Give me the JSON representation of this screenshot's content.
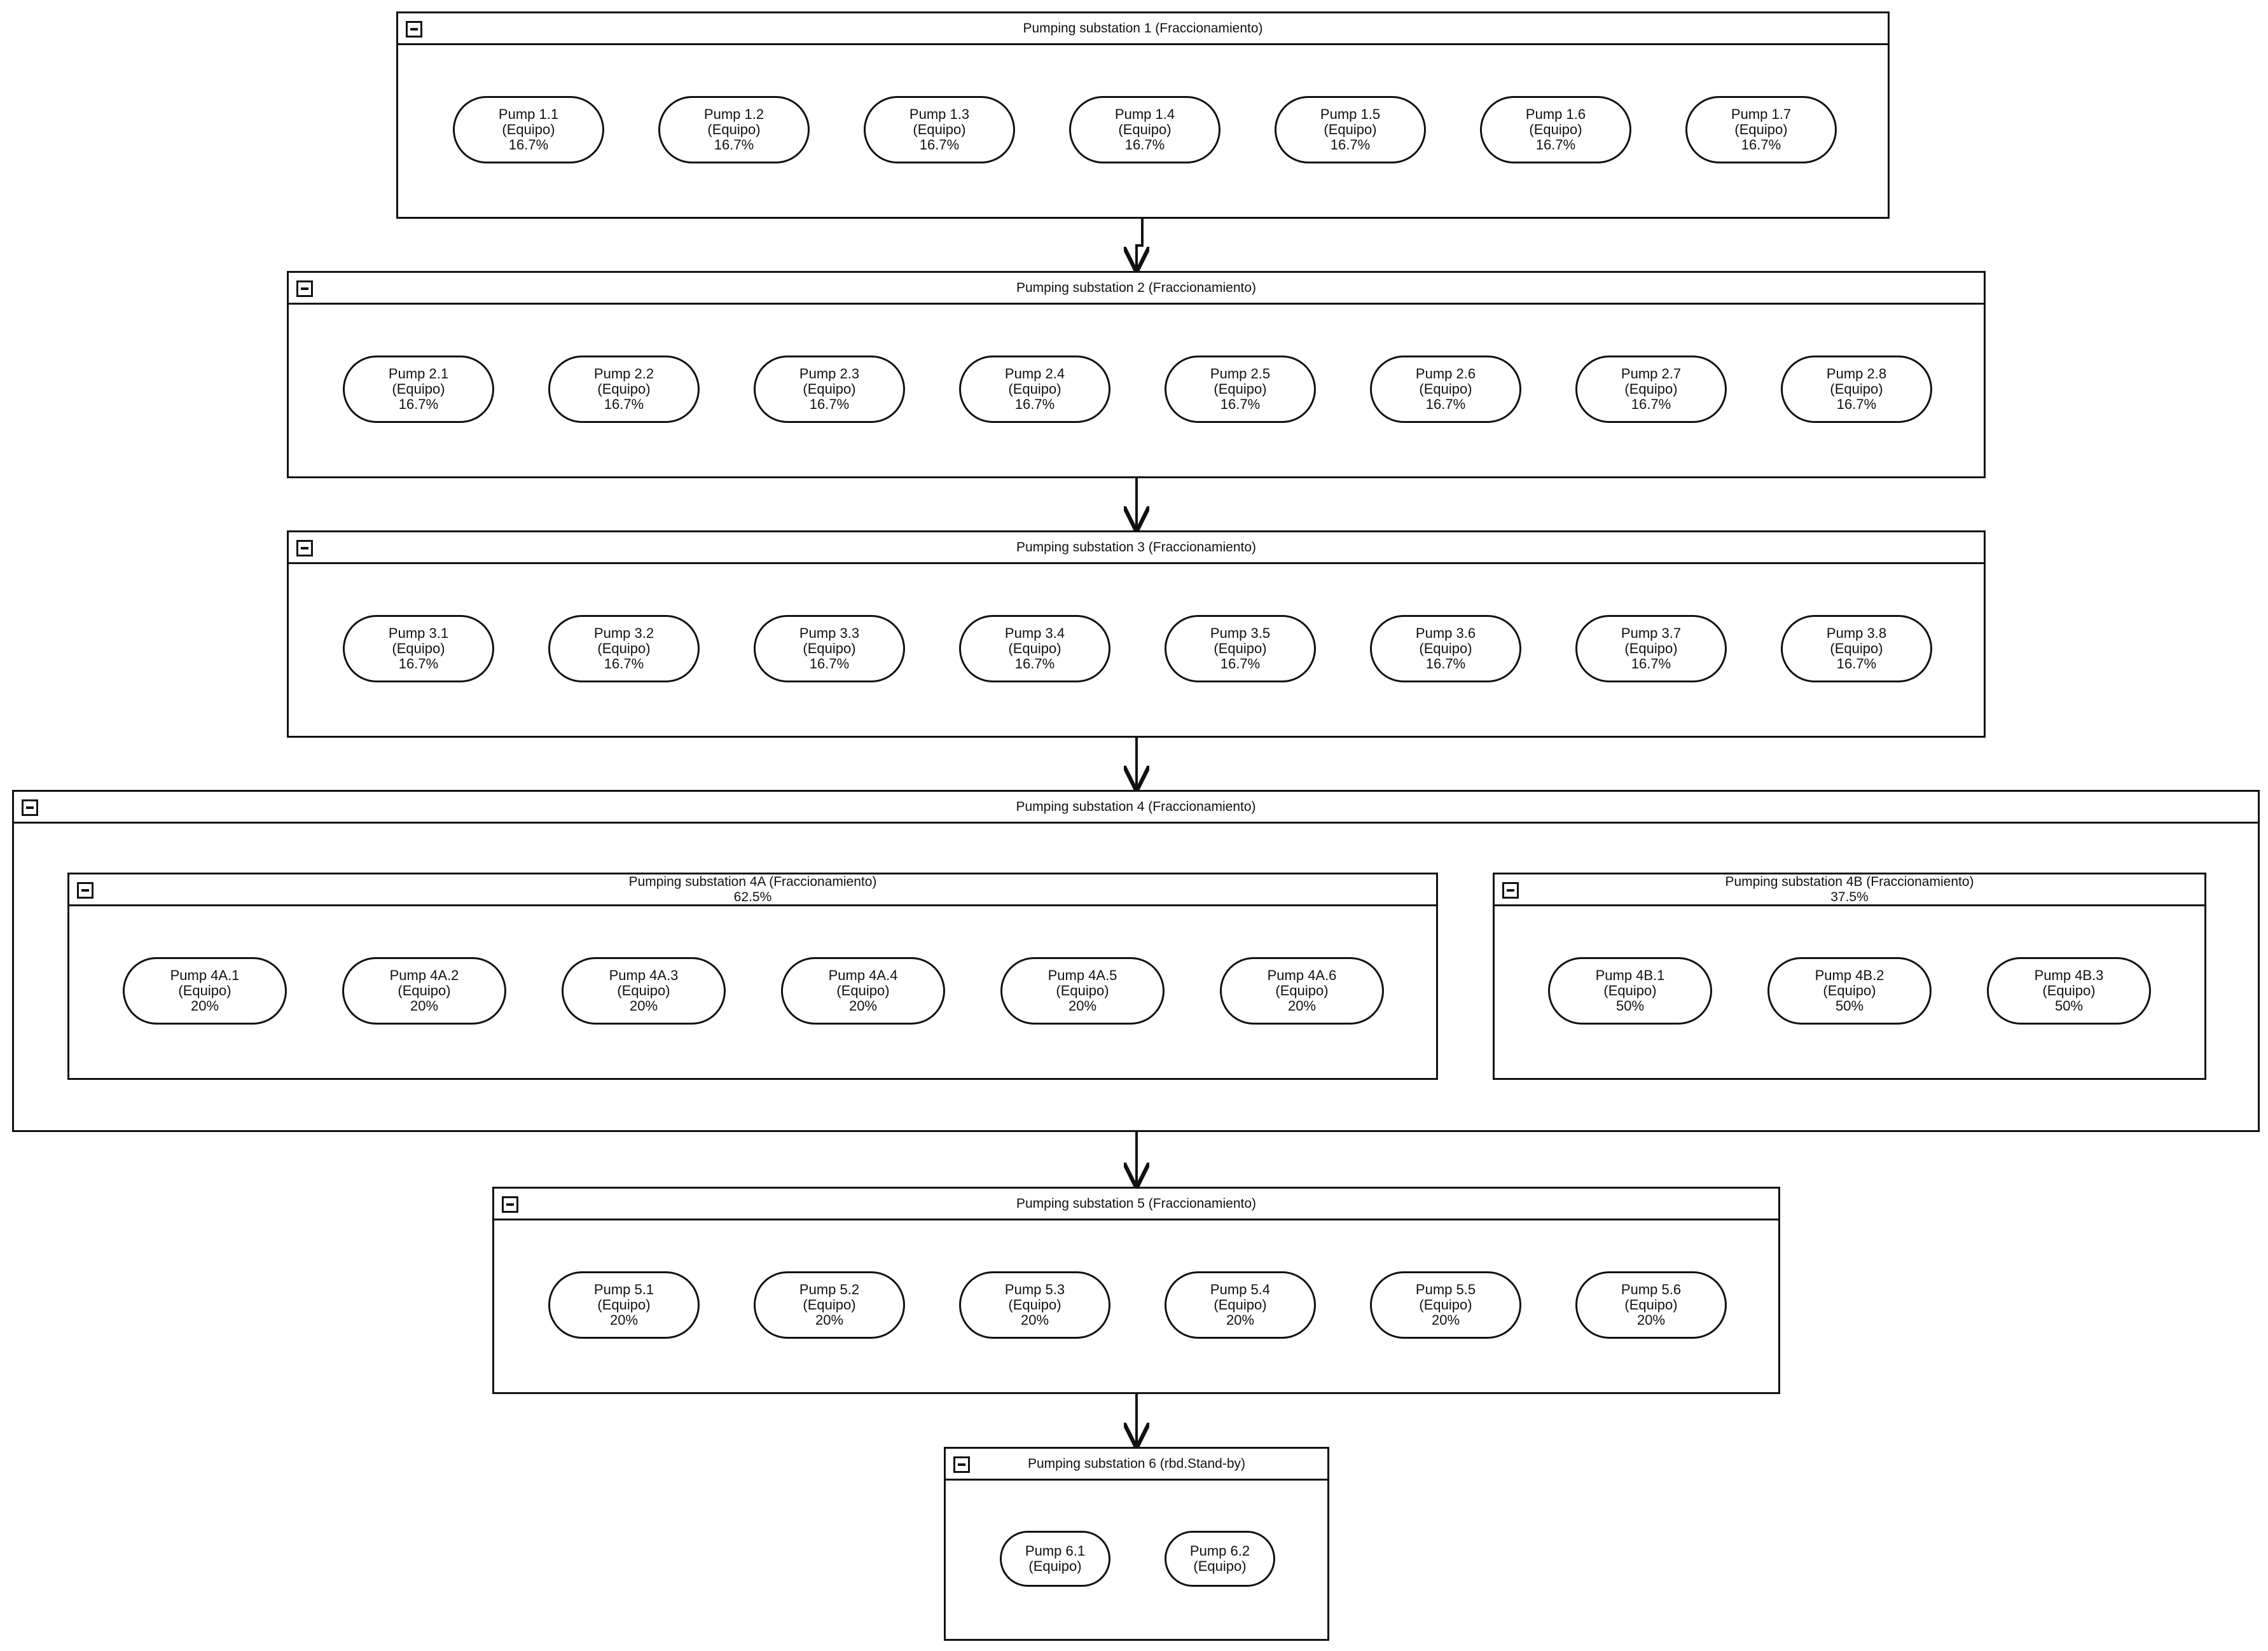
{
  "diagram": {
    "stations": {
      "s1": {
        "title": "Pumping substation 1 (Fraccionamiento)",
        "pumps": [
          {
            "name": "Pump 1.1",
            "type": "(Equipo)",
            "share": "16.7%"
          },
          {
            "name": "Pump 1.2",
            "type": "(Equipo)",
            "share": "16.7%"
          },
          {
            "name": "Pump 1.3",
            "type": "(Equipo)",
            "share": "16.7%"
          },
          {
            "name": "Pump 1.4",
            "type": "(Equipo)",
            "share": "16.7%"
          },
          {
            "name": "Pump 1.5",
            "type": "(Equipo)",
            "share": "16.7%"
          },
          {
            "name": "Pump 1.6",
            "type": "(Equipo)",
            "share": "16.7%"
          },
          {
            "name": "Pump 1.7",
            "type": "(Equipo)",
            "share": "16.7%"
          }
        ]
      },
      "s2": {
        "title": "Pumping substation 2 (Fraccionamiento)",
        "pumps": [
          {
            "name": "Pump 2.1",
            "type": "(Equipo)",
            "share": "16.7%"
          },
          {
            "name": "Pump 2.2",
            "type": "(Equipo)",
            "share": "16.7%"
          },
          {
            "name": "Pump 2.3",
            "type": "(Equipo)",
            "share": "16.7%"
          },
          {
            "name": "Pump 2.4",
            "type": "(Equipo)",
            "share": "16.7%"
          },
          {
            "name": "Pump 2.5",
            "type": "(Equipo)",
            "share": "16.7%"
          },
          {
            "name": "Pump 2.6",
            "type": "(Equipo)",
            "share": "16.7%"
          },
          {
            "name": "Pump 2.7",
            "type": "(Equipo)",
            "share": "16.7%"
          },
          {
            "name": "Pump 2.8",
            "type": "(Equipo)",
            "share": "16.7%"
          }
        ]
      },
      "s3": {
        "title": "Pumping substation 3 (Fraccionamiento)",
        "pumps": [
          {
            "name": "Pump 3.1",
            "type": "(Equipo)",
            "share": "16.7%"
          },
          {
            "name": "Pump 3.2",
            "type": "(Equipo)",
            "share": "16.7%"
          },
          {
            "name": "Pump 3.3",
            "type": "(Equipo)",
            "share": "16.7%"
          },
          {
            "name": "Pump 3.4",
            "type": "(Equipo)",
            "share": "16.7%"
          },
          {
            "name": "Pump 3.5",
            "type": "(Equipo)",
            "share": "16.7%"
          },
          {
            "name": "Pump 3.6",
            "type": "(Equipo)",
            "share": "16.7%"
          },
          {
            "name": "Pump 3.7",
            "type": "(Equipo)",
            "share": "16.7%"
          },
          {
            "name": "Pump 3.8",
            "type": "(Equipo)",
            "share": "16.7%"
          }
        ]
      },
      "s4": {
        "title": "Pumping substation 4 (Fraccionamiento)",
        "a": {
          "title": "Pumping substation 4A (Fraccionamiento)",
          "share": "62.5%",
          "pumps": [
            {
              "name": "Pump 4A.1",
              "type": "(Equipo)",
              "share": "20%"
            },
            {
              "name": "Pump 4A.2",
              "type": "(Equipo)",
              "share": "20%"
            },
            {
              "name": "Pump 4A.3",
              "type": "(Equipo)",
              "share": "20%"
            },
            {
              "name": "Pump 4A.4",
              "type": "(Equipo)",
              "share": "20%"
            },
            {
              "name": "Pump 4A.5",
              "type": "(Equipo)",
              "share": "20%"
            },
            {
              "name": "Pump 4A.6",
              "type": "(Equipo)",
              "share": "20%"
            }
          ]
        },
        "b": {
          "title": "Pumping substation 4B (Fraccionamiento)",
          "share": "37.5%",
          "pumps": [
            {
              "name": "Pump 4B.1",
              "type": "(Equipo)",
              "share": "50%"
            },
            {
              "name": "Pump 4B.2",
              "type": "(Equipo)",
              "share": "50%"
            },
            {
              "name": "Pump 4B.3",
              "type": "(Equipo)",
              "share": "50%"
            }
          ]
        }
      },
      "s5": {
        "title": "Pumping substation 5 (Fraccionamiento)",
        "pumps": [
          {
            "name": "Pump 5.1",
            "type": "(Equipo)",
            "share": "20%"
          },
          {
            "name": "Pump 5.2",
            "type": "(Equipo)",
            "share": "20%"
          },
          {
            "name": "Pump 5.3",
            "type": "(Equipo)",
            "share": "20%"
          },
          {
            "name": "Pump 5.4",
            "type": "(Equipo)",
            "share": "20%"
          },
          {
            "name": "Pump 5.5",
            "type": "(Equipo)",
            "share": "20%"
          },
          {
            "name": "Pump 5.6",
            "type": "(Equipo)",
            "share": "20%"
          }
        ]
      },
      "s6": {
        "title": "Pumping substation 6 (rbd.Stand-by)",
        "pumps": [
          {
            "name": "Pump 6.1",
            "type": "(Equipo)"
          },
          {
            "name": "Pump 6.2",
            "type": "(Equipo)"
          }
        ]
      }
    }
  }
}
